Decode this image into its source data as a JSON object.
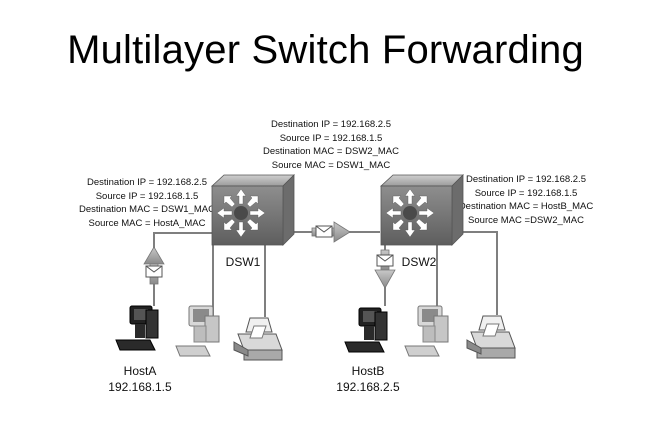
{
  "title": "Multilayer Switch Forwarding",
  "frames": {
    "left": {
      "dest_ip": "Destination IP = 192.168.2.5",
      "src_ip": "Source IP = 192.168.1.5",
      "dest_mac": "Destination MAC = DSW1_MAC",
      "src_mac": "Source MAC = HostA_MAC"
    },
    "middle": {
      "dest_ip": "Destination IP = 192.168.2.5",
      "src_ip": "Source IP = 192.168.1.5",
      "dest_mac": "Destination MAC = DSW2_MAC",
      "src_mac": "Source MAC = DSW1_MAC"
    },
    "right": {
      "dest_ip": "Destination IP = 192.168.2.5",
      "src_ip": "Source IP = 192.168.1.5",
      "dest_mac": "Destination MAC = HostB_MAC",
      "src_mac": "Source MAC =DSW2_MAC"
    }
  },
  "switches": {
    "dsw1": "DSW1",
    "dsw2": "DSW2"
  },
  "hosts": {
    "hosta": {
      "name": "HostA",
      "ip": "192.168.1.5"
    },
    "hostb": {
      "name": "HostB",
      "ip": "192.168.2.5"
    }
  },
  "colors": {
    "switch": "#7a7a7a",
    "arrow": "#9a9a9a",
    "link": "#7f7f7f"
  }
}
